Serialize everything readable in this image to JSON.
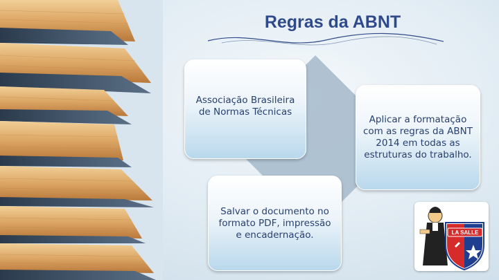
{
  "slide": {
    "title": "Regras da ABNT",
    "box1_text": "Associação Brasileira de Normas Técnicas",
    "box2_text": "Aplicar a formatação com as regras da ABNT 2014 em todas as estruturas do trabalho.",
    "box3_text": "Salvar o documento no formato PDF, impressão e encadernação.",
    "logo_text": "LA SALLE"
  },
  "colors": {
    "title": "#2f4a8a",
    "box_text": "#27406f",
    "diamond": "#a8bccd",
    "wave": "#2f4a8a",
    "logo_red": "#d62b2b",
    "logo_blue": "#1f3e8f"
  },
  "icons": [
    "books-image",
    "decorative-wave",
    "la-salle-logo"
  ]
}
